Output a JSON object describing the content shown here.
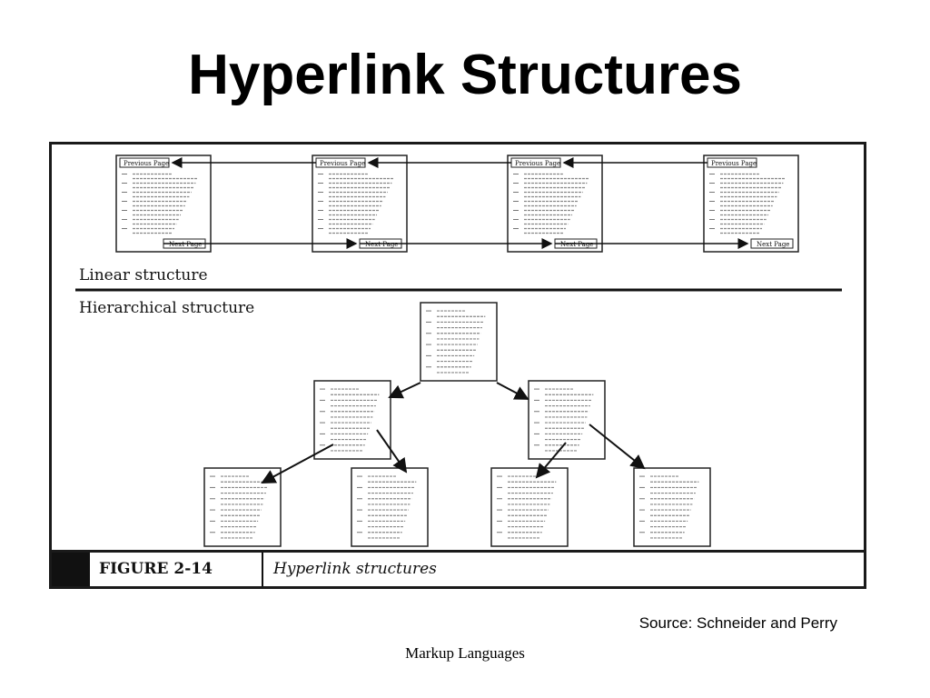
{
  "slide": {
    "title": "Hyperlink Structures",
    "source": "Source: Schneider and Perry",
    "footer": "Markup Languages"
  },
  "figure": {
    "linear_label": "Linear structure",
    "hierarchical_label": "Hierarchical structure",
    "number": "FIGURE 2-14",
    "caption": "Hyperlink structures",
    "previous_label": "Previous Page",
    "next_label": "Next Page",
    "linear_page_count": 4,
    "tree": {
      "levels": [
        1,
        2,
        4
      ]
    }
  }
}
